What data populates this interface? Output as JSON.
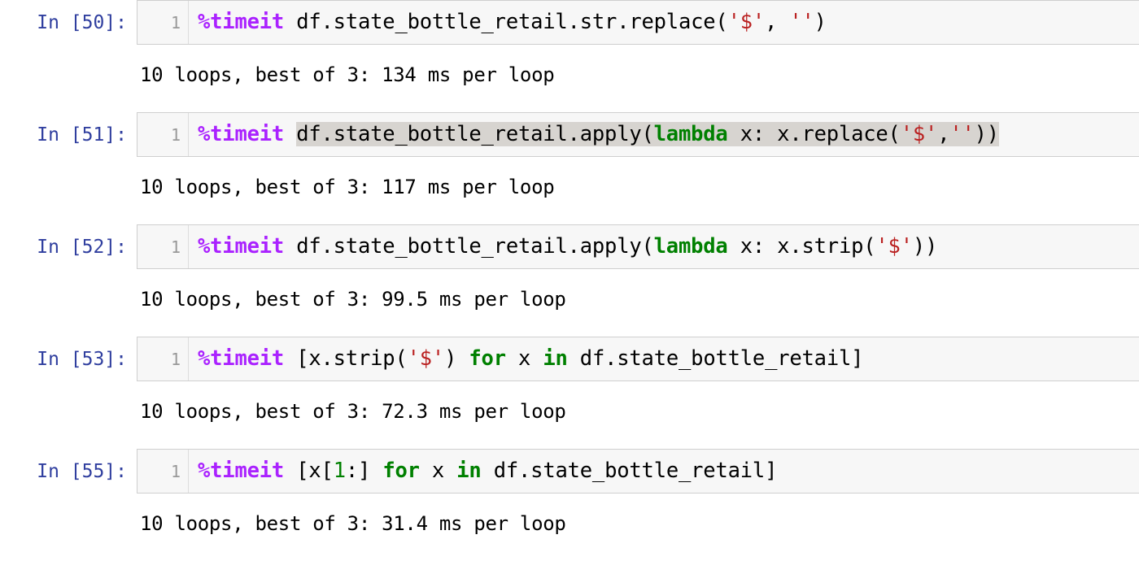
{
  "notebook": {
    "cells": [
      {
        "prompt": "In [50]:",
        "line_number": "1",
        "selected": false,
        "tokens": [
          {
            "t": "%timeit",
            "c": "magic"
          },
          {
            "t": " df.state_bottle_retail.str.replace(",
            "c": "plain"
          },
          {
            "t": "'$'",
            "c": "string"
          },
          {
            "t": ", ",
            "c": "plain"
          },
          {
            "t": "''",
            "c": "string"
          },
          {
            "t": ")",
            "c": "plain"
          }
        ],
        "code_text": "%timeit df.state_bottle_retail.str.replace('$', '')",
        "output": "10 loops, best of 3: 134 ms per loop"
      },
      {
        "prompt": "In [51]:",
        "line_number": "1",
        "selected": true,
        "tokens": [
          {
            "t": "%timeit",
            "c": "magic"
          },
          {
            "t": " ",
            "c": "plain"
          },
          {
            "t": "df.state_bottle_retail.apply(",
            "c": "plain",
            "sel": true
          },
          {
            "t": "lambda",
            "c": "kw",
            "sel": true
          },
          {
            "t": " x: x.replace(",
            "c": "plain",
            "sel": true
          },
          {
            "t": "'$'",
            "c": "string",
            "sel": true
          },
          {
            "t": ",",
            "c": "plain",
            "sel": true
          },
          {
            "t": "''",
            "c": "string",
            "sel": true
          },
          {
            "t": "))",
            "c": "plain",
            "sel": true
          }
        ],
        "code_text": "%timeit df.state_bottle_retail.apply(lambda x: x.replace('$',''))",
        "output": "10 loops, best of 3: 117 ms per loop"
      },
      {
        "prompt": "In [52]:",
        "line_number": "1",
        "selected": false,
        "tokens": [
          {
            "t": "%timeit",
            "c": "magic"
          },
          {
            "t": " df.state_bottle_retail.apply(",
            "c": "plain"
          },
          {
            "t": "lambda",
            "c": "kw"
          },
          {
            "t": " x: x.strip(",
            "c": "plain"
          },
          {
            "t": "'$'",
            "c": "string"
          },
          {
            "t": "))",
            "c": "plain"
          }
        ],
        "code_text": "%timeit df.state_bottle_retail.apply(lambda x: x.strip('$'))",
        "output": "10 loops, best of 3: 99.5 ms per loop"
      },
      {
        "prompt": "In [53]:",
        "line_number": "1",
        "selected": false,
        "tokens": [
          {
            "t": "%timeit",
            "c": "magic"
          },
          {
            "t": " [x.strip(",
            "c": "plain"
          },
          {
            "t": "'$'",
            "c": "string"
          },
          {
            "t": ") ",
            "c": "plain"
          },
          {
            "t": "for",
            "c": "kw"
          },
          {
            "t": " x ",
            "c": "plain"
          },
          {
            "t": "in",
            "c": "kw"
          },
          {
            "t": " df.state_bottle_retail]",
            "c": "plain"
          }
        ],
        "code_text": "%timeit [x.strip('$') for x in df.state_bottle_retail]",
        "output": "10 loops, best of 3: 72.3 ms per loop"
      },
      {
        "prompt": "In [55]:",
        "line_number": "1",
        "selected": false,
        "tokens": [
          {
            "t": "%timeit",
            "c": "magic"
          },
          {
            "t": " [x[",
            "c": "plain"
          },
          {
            "t": "1",
            "c": "num"
          },
          {
            "t": ":] ",
            "c": "plain"
          },
          {
            "t": "for",
            "c": "kw"
          },
          {
            "t": " x ",
            "c": "plain"
          },
          {
            "t": "in",
            "c": "kw"
          },
          {
            "t": " df.state_bottle_retail]",
            "c": "plain"
          }
        ],
        "code_text": "%timeit [x[1:] for x in df.state_bottle_retail]",
        "output": "10 loops, best of 3: 31.4 ms per loop"
      }
    ]
  },
  "colors": {
    "prompt_blue": "#303F9F",
    "magic_purple": "#AA22FF",
    "string_red": "#BA2121",
    "keyword_green": "#008000",
    "cell_background": "#f7f7f7",
    "cell_border": "#cfcfcf",
    "selection_gray": "#d7d4d0",
    "line_number_gray": "#999999"
  }
}
